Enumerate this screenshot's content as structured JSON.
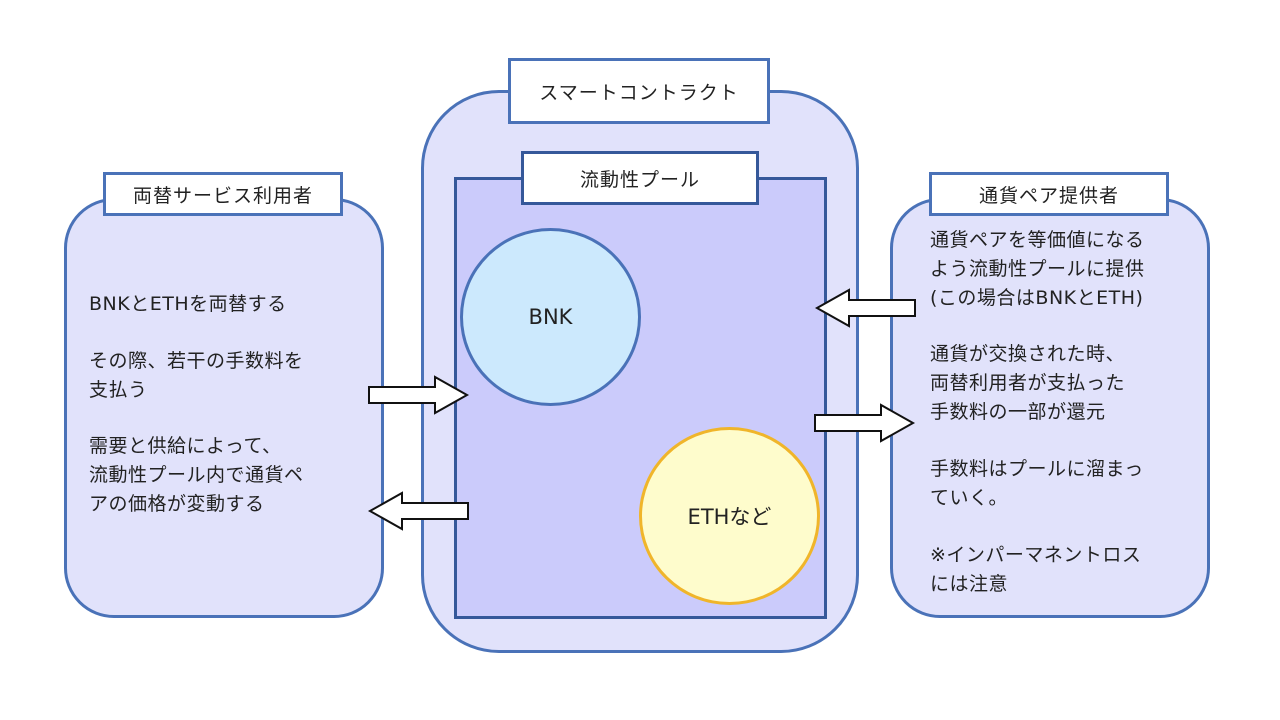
{
  "left_panel": {
    "title": "両替サービス利用者",
    "paragraphs": [
      "BNKとETHを両替する",
      "その際、若干の手数料を\n支払う",
      "需要と供給によって、\n流動性プール内で通貨ペ\nアの価格が変動する"
    ]
  },
  "center": {
    "container_title": "スマートコントラクト",
    "pool_title": "流動性プール",
    "tokens": [
      {
        "label": "BNK",
        "fill": "#cce9fd",
        "stroke": "#4a72b8"
      },
      {
        "label": "ETHなど",
        "fill": "#fefccc",
        "stroke": "#f0b52a"
      }
    ]
  },
  "right_panel": {
    "title": "通貨ペア提供者",
    "paragraphs": [
      "通貨ペアを等価値になる\nよう流動性プールに提供\n(この場合はBNKとETH)",
      "通貨が交換された時、\n両替利用者が支払った\n手数料の一部が還元",
      "手数料はプールに溜まっ\nていく。",
      "※インパーマネントロス\nには注意"
    ]
  },
  "arrows": [
    {
      "name": "user-to-pool-arrow",
      "direction": "right"
    },
    {
      "name": "pool-to-user-arrow",
      "direction": "left"
    },
    {
      "name": "provider-to-pool-arrow",
      "direction": "left"
    },
    {
      "name": "pool-to-provider-arrow",
      "direction": "right"
    }
  ],
  "colors": {
    "panel_fill": "#e1e2fb",
    "panel_stroke": "#4a72b8",
    "pool_fill": "#cbcbfb",
    "pool_stroke": "#35589a"
  }
}
